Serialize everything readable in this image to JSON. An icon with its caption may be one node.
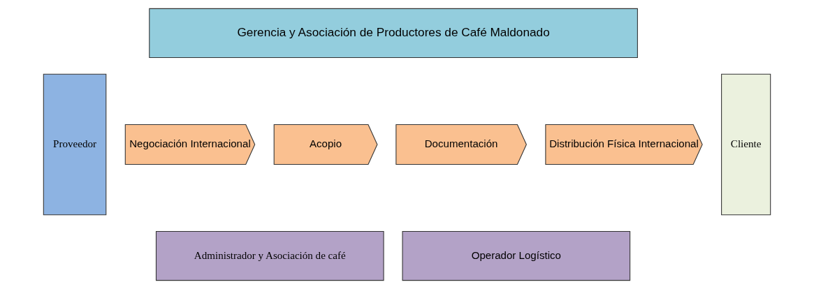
{
  "diagram": {
    "nodes": [
      {
        "text": [
          "Gerencia y Asociación de Productores de Café Maldonado"
        ]
      },
      {
        "text": [
          "Proveedor"
        ]
      },
      {
        "text": [
          "Negociación Internacional"
        ]
      },
      {
        "text": [
          "Acopio"
        ]
      },
      {
        "text": [
          "Documentación"
        ]
      },
      {
        "text": [
          "Distribución Física Internacional"
        ]
      },
      {
        "text": [
          "Cliente"
        ]
      },
      {
        "text": [
          "Administrador y Asociación de café"
        ]
      },
      {
        "text": [
          "Operador Logístico"
        ]
      }
    ]
  }
}
